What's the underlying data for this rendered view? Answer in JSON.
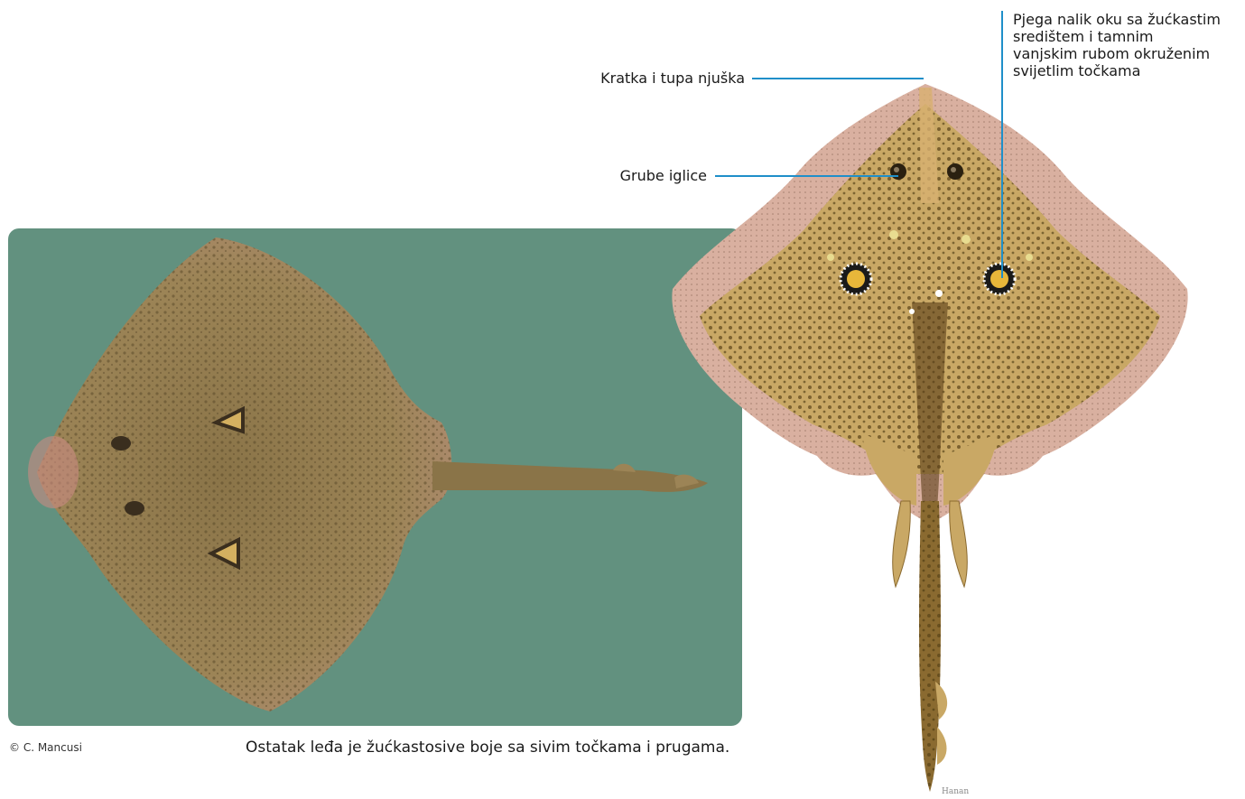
{
  "photo": {
    "credit": "© C. Mancusi",
    "background_color": "#62917f"
  },
  "caption": "Ostatak leđa je žućkastosive boje sa sivim točkama i prugama.",
  "labels": {
    "snout": "Kratka i tupa njuška",
    "spines": "Grube iglice",
    "eyespot_lines": [
      "Pjega nalik oku sa žućkastim",
      "središtem i tamnim",
      "vanjskim rubom okruženim",
      "svijetlim točkama"
    ]
  },
  "illustration": {
    "signature": "Hanan"
  },
  "colors": {
    "leader_line": "#1f8fc9",
    "body_tan": "#c9a865",
    "edge_pink": "#d9b0a0"
  }
}
